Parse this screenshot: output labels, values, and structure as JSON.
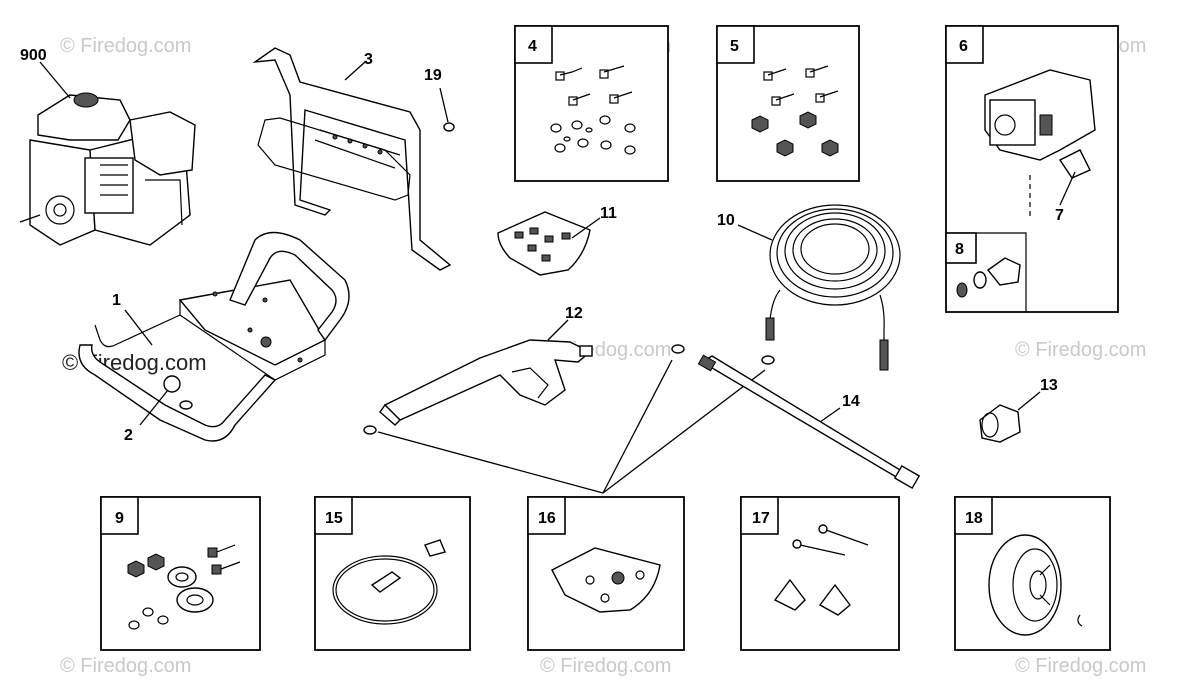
{
  "watermark": "© Firedog.com",
  "callouts": {
    "c900": "900",
    "c1": "1",
    "c2": "2",
    "c3": "3",
    "c19": "19",
    "c11": "11",
    "c12": "12",
    "c10": "10",
    "c14": "14",
    "c13": "13",
    "c7": "7"
  },
  "boxes": {
    "b4": "4",
    "b5": "5",
    "b6": "6",
    "b8": "8",
    "b9": "9",
    "b15": "15",
    "b16": "16",
    "b17": "17",
    "b18": "18"
  }
}
